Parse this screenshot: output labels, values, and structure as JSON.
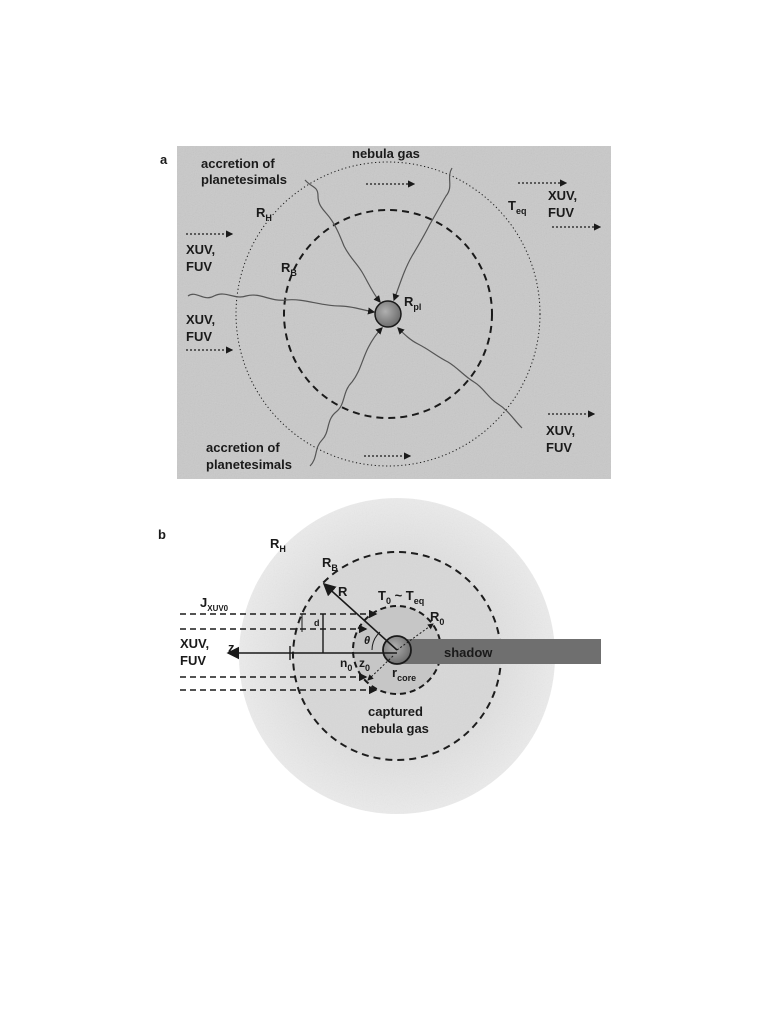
{
  "panel_a": {
    "panel_label": "a",
    "nebula_gas": "nebula gas",
    "accretion_top_line1": "accretion of",
    "accretion_top_line2": "planetesimals",
    "accretion_bottom_line1": "accretion of",
    "accretion_bottom_line2": "planetesimals",
    "rh": {
      "main": "R",
      "sub": "H"
    },
    "rb": {
      "main": "R",
      "sub": "B"
    },
    "rpl": {
      "main": "R",
      "sub": "pl"
    },
    "teq": {
      "main": "T",
      "sub": "eq"
    },
    "xuv_fuv_left_upper": {
      "line1": "XUV,",
      "line2": "FUV"
    },
    "xuv_fuv_left_lower": {
      "line1": "XUV,",
      "line2": "FUV"
    },
    "xuv_fuv_right_upper": {
      "line1": "XUV,",
      "line2": "FUV"
    },
    "xuv_fuv_right_lower": {
      "line1": "XUV,",
      "line2": "FUV"
    }
  },
  "panel_b": {
    "panel_label": "b",
    "rh": {
      "main": "R",
      "sub": "H"
    },
    "rb": {
      "main": "R",
      "sub": "B"
    },
    "r": "R",
    "jxuv": {
      "main": "J",
      "sub": "XUV0"
    },
    "t0": {
      "main": "T",
      "sub": "0"
    },
    "tilde": " ~ ",
    "teq": {
      "main": "T",
      "sub": "eq"
    },
    "r0": {
      "main": "R",
      "sub": "0"
    },
    "d": "d",
    "theta": "θ",
    "xuv_fuv": {
      "line1": "XUV,",
      "line2": "FUV"
    },
    "z": "z",
    "shadow": "shadow",
    "n0": {
      "main": "n",
      "sub": "0"
    },
    "z0": {
      "main": "z",
      "sub": "0"
    },
    "rcore": {
      "main": "r",
      "sub": "core"
    },
    "captured_line1": "captured",
    "captured_line2": "nebula gas"
  },
  "colors": {
    "panel_a_bg": "#c8c8c8",
    "halo_outer": "#e6e6e6",
    "halo_mid": "#d9d9d9",
    "inner_gas": "#c4c4c4",
    "core": "#8a8a8a",
    "shadow": "#6e6e6e",
    "ink": "#1a1a1a"
  }
}
